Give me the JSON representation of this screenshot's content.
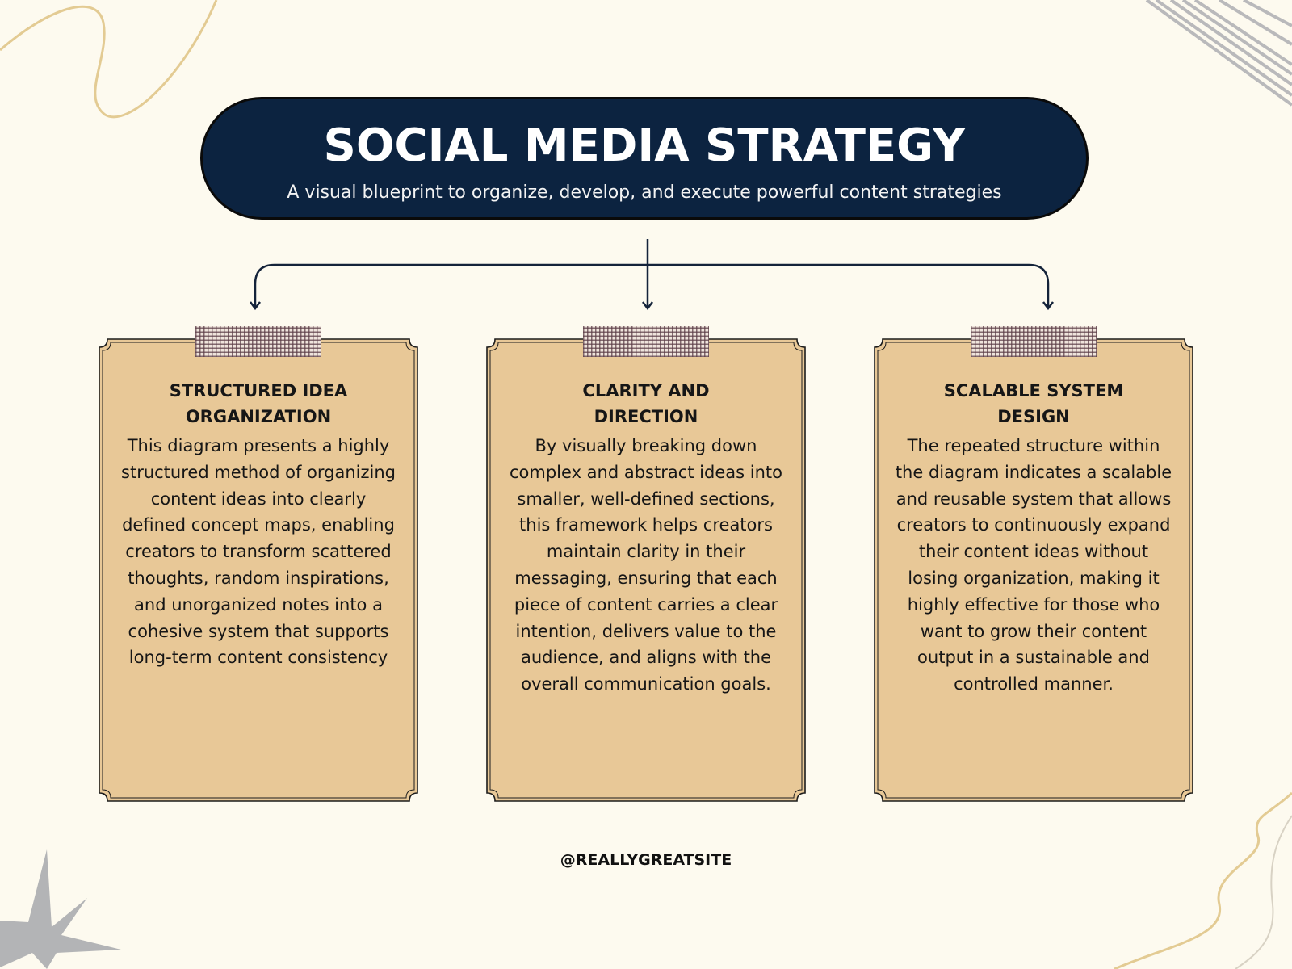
{
  "header": {
    "title": "SOCIAL MEDIA STRATEGY",
    "subtitle": "A visual blueprint to organize, develop, and execute powerful content strategies"
  },
  "cards": [
    {
      "title": "STRUCTURED IDEA ORGANIZATION",
      "body": "This diagram presents a highly structured method of organizing content ideas into clearly defined concept maps, enabling creators to transform scattered thoughts, random inspirations, and unorganized notes into a cohesive system that supports long-term content consistency"
    },
    {
      "title": "CLARITY AND DIRECTION",
      "body": "By visually breaking down complex and abstract ideas into smaller, well-defined sections, this framework helps creators maintain clarity in their messaging, ensuring that each piece of content carries a clear intention, delivers value to the audience, and aligns with the overall communication goals."
    },
    {
      "title": "SCALABLE SYSTEM DESIGN",
      "body": "The repeated structure within the diagram indicates a scalable and reusable system that allows creators to continuously expand their content ideas without losing organization, making it highly effective for those who want to grow their content output in a sustainable and controlled manner."
    }
  ],
  "footer": {
    "handle": "@REALLYGREATSITE"
  },
  "colors": {
    "background": "#fdfaef",
    "header_fill": "#0c2340",
    "card_fill": "#e8c897",
    "connector": "#14233a",
    "tape": "#efe4dc"
  }
}
